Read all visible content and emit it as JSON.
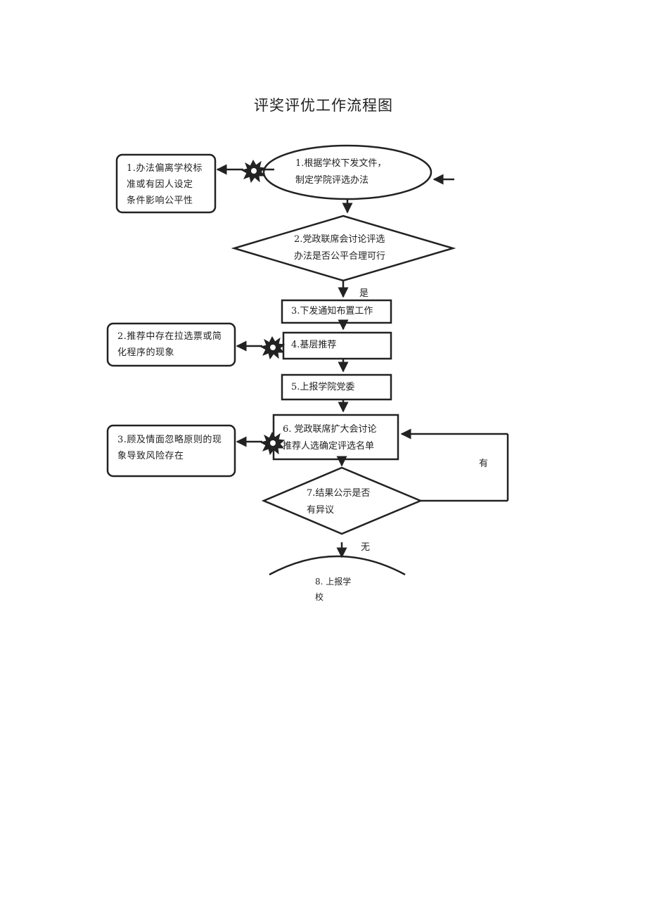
{
  "title": "评奖评优工作流程图",
  "nodes": {
    "n1": {
      "line1": "1.根据学校下发文件，",
      "line2": "制定学院评选办法"
    },
    "n2": {
      "line1": "2.党政联席会讨论评选",
      "line2": "办法是否公平合理可行"
    },
    "n3": {
      "label": "3.下发通知布置工作"
    },
    "n4": {
      "label": "4.基层推荐"
    },
    "n5": {
      "label": "5.上报学院党委"
    },
    "n6": {
      "line1": "6.  党政联席扩大会讨论",
      "line2": "推荐人选确定评选名单"
    },
    "n7": {
      "line1": "7.结果公示是否",
      "line2": "有异议"
    },
    "n8": {
      "line1": "8. 上报学",
      "line2": "校"
    }
  },
  "risks": {
    "r1": {
      "line1": "1.办法偏离学校标",
      "line2": "准或有因人设定",
      "line3": "条件影响公平性"
    },
    "r2": {
      "line1": "2.推荐中存在拉选票或简",
      "line2": "化程序的现象"
    },
    "r3": {
      "line1": "3.顾及情面忽略原则的现",
      "line2": "象导致风险存在"
    }
  },
  "edge_labels": {
    "yes": "是",
    "has": "有",
    "none": "无"
  }
}
